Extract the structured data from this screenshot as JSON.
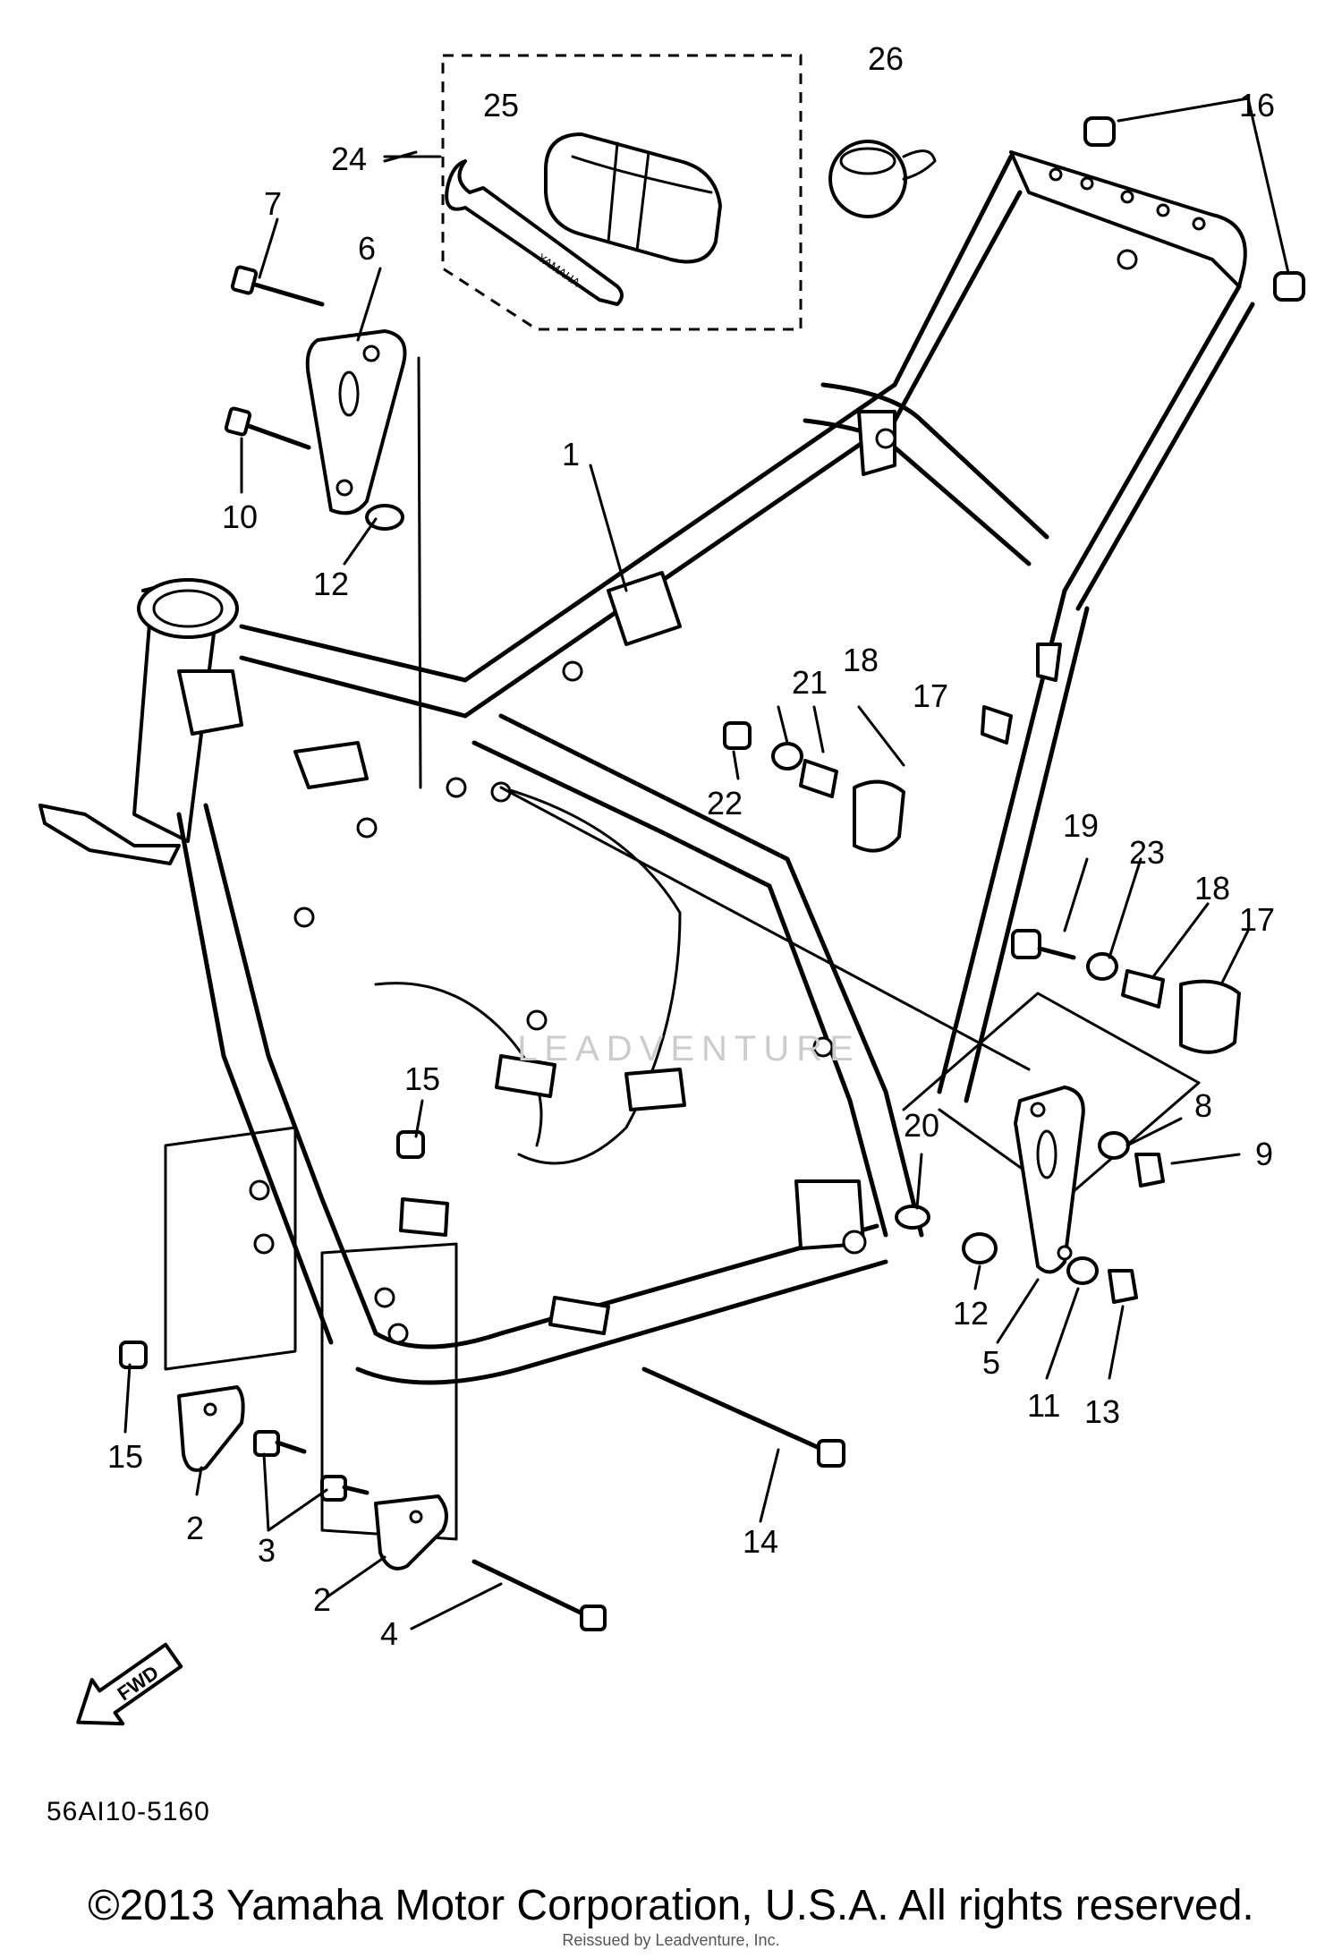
{
  "diagram": {
    "code": "56AI10-5160",
    "fwd_label": "FWD",
    "watermark": "LEADVENTURE",
    "copyright": "©2013 Yamaha Motor Corporation, U.S.A. All rights reserved.",
    "reissue_note": "Reissued by Leadventure, Inc.",
    "wrench_text": "YAMAHA",
    "callouts": [
      {
        "id": "c1",
        "text": "1"
      },
      {
        "id": "c2a",
        "text": "2"
      },
      {
        "id": "c2b",
        "text": "2"
      },
      {
        "id": "c3",
        "text": "3"
      },
      {
        "id": "c4",
        "text": "4"
      },
      {
        "id": "c5",
        "text": "5"
      },
      {
        "id": "c6",
        "text": "6"
      },
      {
        "id": "c7",
        "text": "7"
      },
      {
        "id": "c8",
        "text": "8"
      },
      {
        "id": "c9",
        "text": "9"
      },
      {
        "id": "c10",
        "text": "10"
      },
      {
        "id": "c11",
        "text": "11"
      },
      {
        "id": "c12a",
        "text": "12"
      },
      {
        "id": "c12b",
        "text": "12"
      },
      {
        "id": "c13",
        "text": "13"
      },
      {
        "id": "c14",
        "text": "14"
      },
      {
        "id": "c15a",
        "text": "15"
      },
      {
        "id": "c15b",
        "text": "15"
      },
      {
        "id": "c16",
        "text": "16"
      },
      {
        "id": "c17a",
        "text": "17"
      },
      {
        "id": "c17b",
        "text": "17"
      },
      {
        "id": "c18a",
        "text": "18"
      },
      {
        "id": "c18b",
        "text": "18"
      },
      {
        "id": "c19",
        "text": "19"
      },
      {
        "id": "c20",
        "text": "20"
      },
      {
        "id": "c21",
        "text": "21"
      },
      {
        "id": "c22",
        "text": "22"
      },
      {
        "id": "c23",
        "text": "23"
      },
      {
        "id": "c24",
        "text": "24"
      },
      {
        "id": "c25",
        "text": "25"
      },
      {
        "id": "c26",
        "text": "26"
      }
    ]
  }
}
